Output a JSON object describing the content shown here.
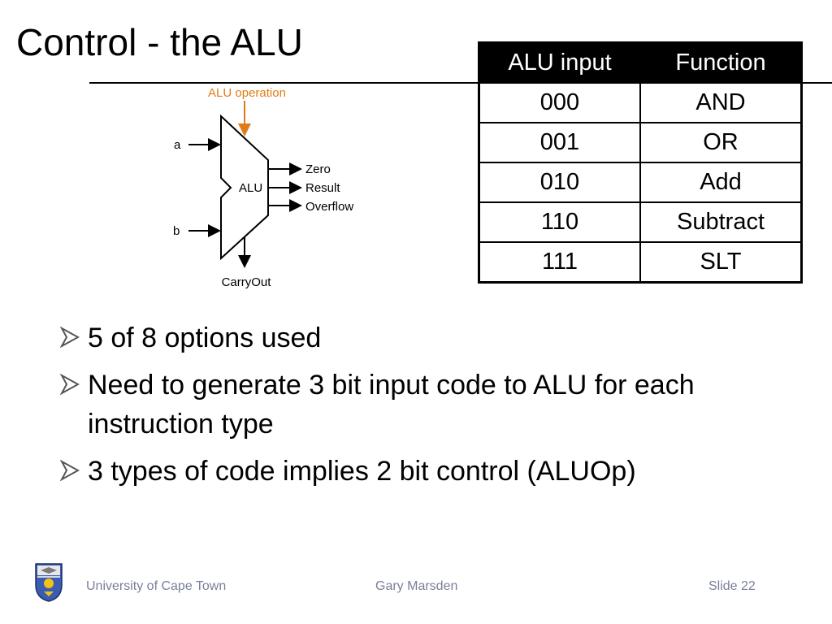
{
  "slide": {
    "title": "Control - the ALU"
  },
  "diagram": {
    "operation_label": "ALU operation",
    "input_a": "a",
    "input_b": "b",
    "unit_label": "ALU",
    "outputs": [
      "Zero",
      "Result",
      "Overflow"
    ],
    "carry_out": "CarryOut",
    "operation_color": "#e07c17"
  },
  "table": {
    "headers": [
      "ALU input",
      "Function"
    ],
    "rows": [
      [
        "000",
        "AND"
      ],
      [
        "001",
        "OR"
      ],
      [
        "010",
        "Add"
      ],
      [
        "110",
        "Subtract"
      ],
      [
        "111",
        "SLT"
      ]
    ]
  },
  "bullets": [
    "5 of 8 options used",
    "Need to generate 3 bit input code to ALU for each instruction type",
    "3 types of code implies 2 bit control (ALUOp)"
  ],
  "footer": {
    "left": "University of Cape Town",
    "center": "Gary Marsden",
    "right": "Slide 22"
  }
}
